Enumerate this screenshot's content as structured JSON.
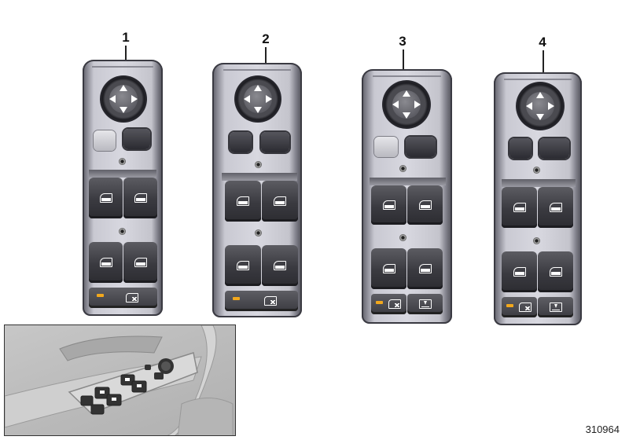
{
  "figure": {
    "reference_number": "310964",
    "led_color": "#f2a81c",
    "button_color": "#3a3a40"
  },
  "panels": [
    {
      "callout": "1",
      "mirror_switch": true,
      "top_buttons": [
        "fold-mirror-button-light",
        "mirror-select-button"
      ],
      "window_buttons": 4,
      "bottom_buttons": [
        "window-lock-button"
      ]
    },
    {
      "callout": "2",
      "mirror_switch": true,
      "top_buttons": [
        "mirror-left-button",
        "mirror-right-button"
      ],
      "window_buttons": 4,
      "bottom_buttons": [
        "window-lock-button"
      ]
    },
    {
      "callout": "3",
      "mirror_switch": true,
      "top_buttons": [
        "fold-mirror-button-light",
        "mirror-select-button"
      ],
      "window_buttons": 4,
      "bottom_buttons": [
        "window-lock-button",
        "child-lock-button"
      ]
    },
    {
      "callout": "4",
      "mirror_switch": true,
      "top_buttons": [
        "mirror-left-button",
        "mirror-right-button"
      ],
      "window_buttons": 4,
      "bottom_buttons": [
        "window-lock-button",
        "child-lock-button"
      ]
    }
  ],
  "inset": {
    "description": "Door trim installation view"
  }
}
